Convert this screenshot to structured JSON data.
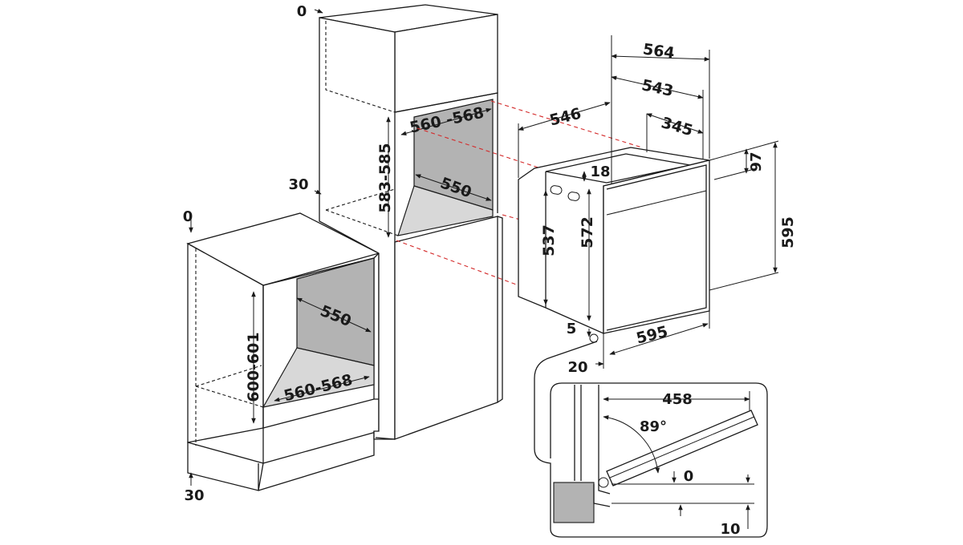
{
  "diagram": {
    "base_cabinet": {
      "width_label": "560-568",
      "height_label": "600-601",
      "depth_label": "550",
      "top_clearance": "0",
      "bottom_clearance": "30"
    },
    "tall_cabinet": {
      "width_label": "560 -568",
      "height_label": "583-585",
      "depth_label": "550",
      "top_clearance": "0",
      "side_clearance": "30"
    },
    "oven": {
      "overall_depth": "564",
      "depth_543": "543",
      "depth_546": "546",
      "depth_345": "345",
      "dim_18": "18",
      "dim_97": "97",
      "height_595": "595",
      "height_537": "537",
      "height_572": "572",
      "width_595": "595",
      "gap_5": "5",
      "gap_20": "20"
    },
    "door_detail": {
      "door_depth": "458",
      "angle": "89°",
      "clearance_0": "0",
      "clearance_10": "10"
    }
  }
}
